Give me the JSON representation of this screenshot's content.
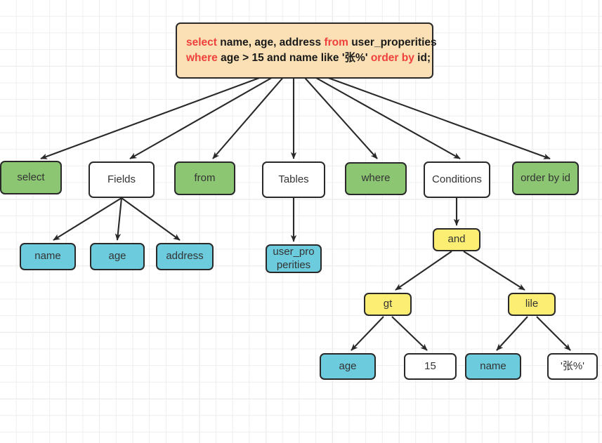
{
  "diagram": {
    "title": "SQL parse tree",
    "type": "tree",
    "palette": {
      "root_fill": "#fae0b4",
      "keyword_color": "#f0403c",
      "green_fill": "#8cc673",
      "blue_fill": "#6ccbdd",
      "yellow_fill": "#fcee73",
      "white_fill": "#ffffff",
      "stroke": "#292929",
      "grid_minor": "#eeeeee",
      "grid_major": "#e0e0e0"
    },
    "root": {
      "line1": [
        {
          "text": "select",
          "kind": "keyword"
        },
        {
          "text": " name, age, address ",
          "kind": "plain"
        },
        {
          "text": "from",
          "kind": "keyword"
        },
        {
          "text": " user_properities",
          "kind": "plain"
        }
      ],
      "line2": [
        {
          "text": "where",
          "kind": "keyword"
        },
        {
          "text": " age > 15 and name like '张%' ",
          "kind": "plain"
        },
        {
          "text": "order by",
          "kind": "keyword"
        },
        {
          "text": " id;",
          "kind": "plain"
        }
      ],
      "full_text": "select name, age, address from user_properities where age > 15 and name like '张%' order by id;"
    },
    "nodes": [
      {
        "id": "select",
        "label": "select",
        "color": "green"
      },
      {
        "id": "fields",
        "label": "Fields",
        "color": "white"
      },
      {
        "id": "from",
        "label": "from",
        "color": "green"
      },
      {
        "id": "tables",
        "label": "Tables",
        "color": "white"
      },
      {
        "id": "where",
        "label": "where",
        "color": "green"
      },
      {
        "id": "conditions",
        "label": "Conditions",
        "color": "white"
      },
      {
        "id": "orderby",
        "label": "order by id",
        "color": "green"
      },
      {
        "id": "f_name",
        "label": "name",
        "color": "blue"
      },
      {
        "id": "f_age",
        "label": "age",
        "color": "blue"
      },
      {
        "id": "f_address",
        "label": "address",
        "color": "blue"
      },
      {
        "id": "t_table",
        "label": "user_pro perities",
        "color": "blue"
      },
      {
        "id": "and",
        "label": "and",
        "color": "yellow"
      },
      {
        "id": "gt",
        "label": "gt",
        "color": "yellow"
      },
      {
        "id": "lile",
        "label": "lile",
        "color": "yellow"
      },
      {
        "id": "gt_age",
        "label": "age",
        "color": "blue"
      },
      {
        "id": "gt_15",
        "label": "15",
        "color": "white"
      },
      {
        "id": "lile_name",
        "label": "name",
        "color": "blue"
      },
      {
        "id": "lile_lit",
        "label": "'张%'",
        "color": "white"
      }
    ],
    "edges": [
      {
        "from": "root",
        "to": "select"
      },
      {
        "from": "root",
        "to": "fields"
      },
      {
        "from": "root",
        "to": "from"
      },
      {
        "from": "root",
        "to": "tables"
      },
      {
        "from": "root",
        "to": "where"
      },
      {
        "from": "root",
        "to": "conditions"
      },
      {
        "from": "root",
        "to": "orderby"
      },
      {
        "from": "fields",
        "to": "f_name"
      },
      {
        "from": "fields",
        "to": "f_age"
      },
      {
        "from": "fields",
        "to": "f_address"
      },
      {
        "from": "tables",
        "to": "t_table"
      },
      {
        "from": "conditions",
        "to": "and"
      },
      {
        "from": "and",
        "to": "gt"
      },
      {
        "from": "and",
        "to": "lile"
      },
      {
        "from": "gt",
        "to": "gt_age"
      },
      {
        "from": "gt",
        "to": "gt_15"
      },
      {
        "from": "lile",
        "to": "lile_name"
      },
      {
        "from": "lile",
        "to": "lile_lit"
      }
    ]
  }
}
